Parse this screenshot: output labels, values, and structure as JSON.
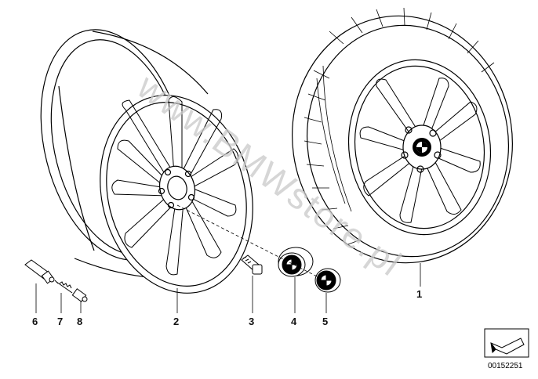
{
  "diagram": {
    "callouts": [
      "6",
      "7",
      "8",
      "2",
      "3",
      "4",
      "5",
      "1"
    ],
    "watermark": "www.BMWstore.pl",
    "reference_number": "00152251"
  }
}
